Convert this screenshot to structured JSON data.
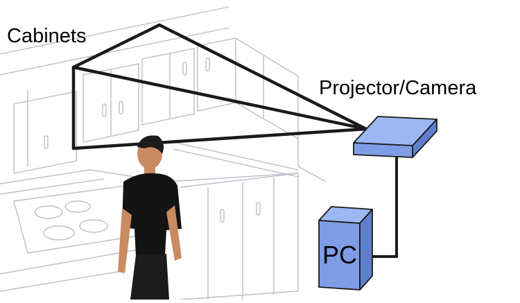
{
  "labels": {
    "cabinets": "Cabinets",
    "projector_camera": "Projector/Camera",
    "pc": "PC"
  },
  "colors": {
    "device_fill": "#7f9de6",
    "device_side": "#5f7fcc",
    "device_top": "#9db7f2",
    "outline": "#1a1a1a",
    "sketch_line": "#b9bec6",
    "person_skin": "#c98b62",
    "person_clothes": "#141414",
    "person_hair": "#1c1c1c"
  },
  "icons": {
    "projector": "projector-camera-box",
    "pc": "pc-tower",
    "person": "standing-person"
  }
}
